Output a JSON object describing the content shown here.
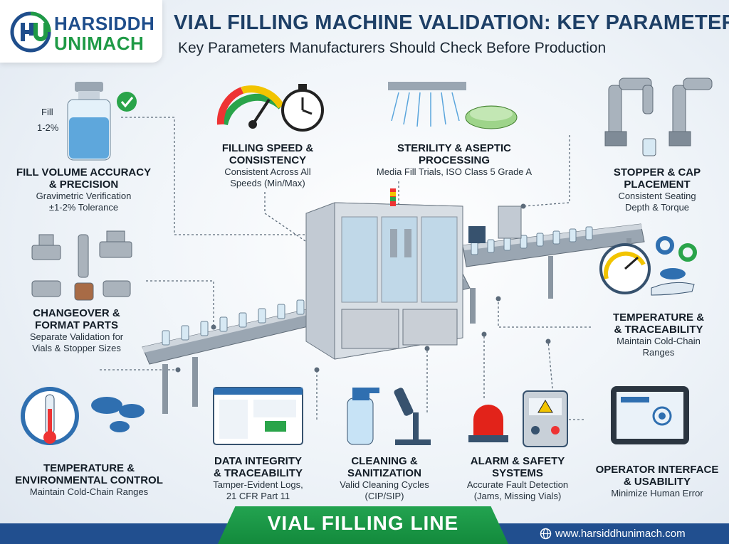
{
  "brand": {
    "line1": "HARSIDDH",
    "line2": "UNIMACH",
    "mark": "HU"
  },
  "header": {
    "title": "VIAL FILLING MACHINE VALIDATION: KEY PARAMETERS",
    "subtitle": "Key Parameters Manufacturers Should Check Before Production"
  },
  "vial_callout": {
    "fill": "Fill",
    "tolerance": "1-2%"
  },
  "params": {
    "fill_volume": {
      "title1": "FILL VOLUME ACCURACY",
      "title2": "& PRECISION",
      "desc1": "Gravimetric Verification",
      "desc2": "±1-2% Tolerance"
    },
    "filling_speed": {
      "title1": "FILLING SPEED &",
      "title2": "CONSISTENCY",
      "desc1": "Consistent Across All",
      "desc2": "Speeds (Min/Max)"
    },
    "sterility": {
      "title1": "STERILITY & ASEPTIC",
      "title2": "PROCESSING",
      "desc1": "Media Fill Trials, ISO Class 5 Grade A"
    },
    "stopper": {
      "title1": "STOPPER & CAP",
      "title2": "PLACEMENT",
      "desc1": "Consistent Seating",
      "desc2": "Depth & Torque"
    },
    "changeover": {
      "title1": "CHANGEOVER &",
      "title2": "FORMAT PARTS",
      "desc1": "Separate Validation for",
      "desc2": "Vials & Stopper Sizes"
    },
    "temp_right": {
      "title1": "TEMPERATURE &",
      "title2": "& TRACEABILITY",
      "desc1": "Maintain Cold-Chain",
      "desc2": "Ranges"
    },
    "temp_env": {
      "title1": "TEMPERATURE &",
      "title2": "ENVIRONMENTAL CONTROL",
      "desc1": "Maintain Cold-Chain Ranges"
    },
    "data_integrity": {
      "title1": "DATA INTEGRITY",
      "title2": "& TRACEABILITY",
      "desc1": "Tamper-Evident Logs,",
      "desc2": "21 CFR Part 11"
    },
    "cleaning": {
      "title1": "CLEANING &",
      "title2": "SANITIZATION",
      "desc1": "Valid Cleaning Cycles",
      "desc2": "(CIP/SIP)"
    },
    "alarm": {
      "title1": "ALARM & SAFETY",
      "title2": "SYSTEMS",
      "desc1": "Accurate Fault Detection",
      "desc2": "(Jams, Missing Vials)"
    },
    "operator": {
      "title1": "OPERATOR INTERFACE",
      "title2": "& USABILITY",
      "desc1": "Minimize Human Error"
    }
  },
  "footer": {
    "banner": "VIAL FILLING LINE",
    "website": "www.harsiddhunimach.com"
  },
  "colors": {
    "navy": "#1d3f66",
    "green": "#1f9a46",
    "blue": "#214f8f"
  }
}
